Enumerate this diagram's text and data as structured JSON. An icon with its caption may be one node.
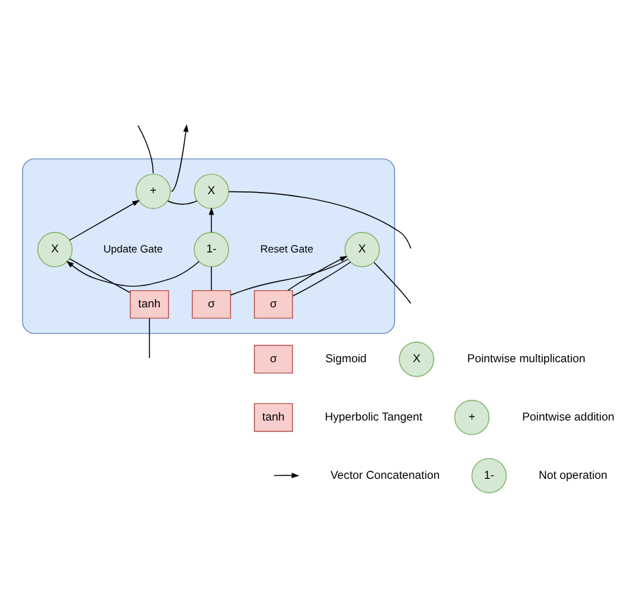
{
  "diagram": {
    "nodes": [
      {
        "text": [],
        "shape": "box"
      },
      {
        "text": [
          "X"
        ],
        "in": 0
      },
      {
        "text": [
          "+"
        ],
        "in": 0
      },
      {
        "text": [
          "X"
        ],
        "in": 0
      },
      {
        "text": [
          "1-"
        ],
        "in": 0
      },
      {
        "text": [
          "X"
        ],
        "in": 0
      },
      {
        "text": [
          "σ"
        ],
        "in": 0
      },
      {
        "text": [
          "σ"
        ],
        "in": 0
      },
      {
        "text": [
          "tanh"
        ],
        "in": 0
      },
      {
        "text": [
          "σ"
        ],
        "beside": [
          "Sigmoid"
        ]
      },
      {
        "text": [
          "X"
        ],
        "beside": [
          "Pointwise multiplication"
        ]
      },
      {
        "text": [
          "tanh"
        ],
        "beside": [
          "Hyperbolic Tangent"
        ]
      },
      {
        "text": [
          "+"
        ],
        "beside": [
          "Pointwise addition"
        ]
      },
      {
        "text": [
          "1-"
        ],
        "beside": [
          "Not operation"
        ]
      }
    ],
    "edges": [
      {
        "from": null,
        "to": 1,
        "arrow": "none"
      },
      {
        "from": 1,
        "to": 2,
        "arrow": "none"
      },
      {
        "from": 2,
        "to": null,
        "arrow": "to"
      },
      {
        "from": 2,
        "to": null,
        "arrow": "none"
      },
      {
        "from": null,
        "to": 3,
        "arrow": "none"
      },
      {
        "from": 6,
        "to": 3,
        "arrow": "to"
      },
      {
        "from": 3,
        "to": 6,
        "arrow": "none"
      },
      {
        "from": 3,
        "to": 7,
        "arrow": "none"
      },
      {
        "from": null,
        "to": 8,
        "arrow": "none"
      },
      {
        "from": 7,
        "to": 4,
        "arrow": "none"
      },
      {
        "from": 4,
        "to": 1,
        "arrow": "to"
      },
      {
        "from": 4,
        "to": 5,
        "arrow": "to"
      },
      {
        "from": 8,
        "to": 5,
        "arrow": "none"
      },
      {
        "from": 5,
        "to": 2,
        "arrow": "to"
      }
    ],
    "labels": [
      "Reset Gate",
      "Update Gate"
    ],
    "legend": [
      {
        "text": "Vector Concatenation"
      }
    ]
  }
}
